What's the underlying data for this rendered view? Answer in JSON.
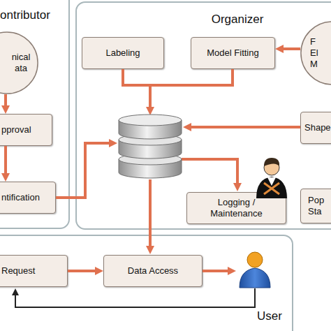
{
  "diagram": {
    "nodes": [
      {
        "text": [
          "ontributor"
        ]
      },
      {
        "text": [
          "nical ata"
        ],
        "in": 0
      },
      {
        "text": [
          "pproval"
        ],
        "in": 0
      },
      {
        "text": [
          "ntification"
        ],
        "in": 0
      },
      {
        "text": [
          "Organizer"
        ]
      },
      {
        "text": [
          "Labeling"
        ],
        "in": 4
      },
      {
        "text": [
          "Model Fitting"
        ],
        "in": 4
      },
      {
        "text": [
          "F El M"
        ],
        "in": 4
      },
      {
        "text": [
          "Shape"
        ],
        "in": 4
      },
      {
        "text": [
          "Logging / Maintenance"
        ],
        "in": 4
      },
      {
        "text": [
          "Pop Sta"
        ],
        "in": 4
      },
      {
        "text": [
          "User"
        ]
      },
      {
        "text": [
          "Request"
        ],
        "in": 11
      },
      {
        "text": [
          "Data Access"
        ],
        "in": 11
      }
    ],
    "edges": [
      {
        "from": 1,
        "to": 2,
        "arrow": "to"
      },
      {
        "from": 2,
        "to": 3,
        "arrow": "to"
      },
      {
        "from": 7,
        "to": 6,
        "arrow": "to"
      },
      {
        "from": 12,
        "to": 13,
        "arrow": "to"
      }
    ]
  }
}
